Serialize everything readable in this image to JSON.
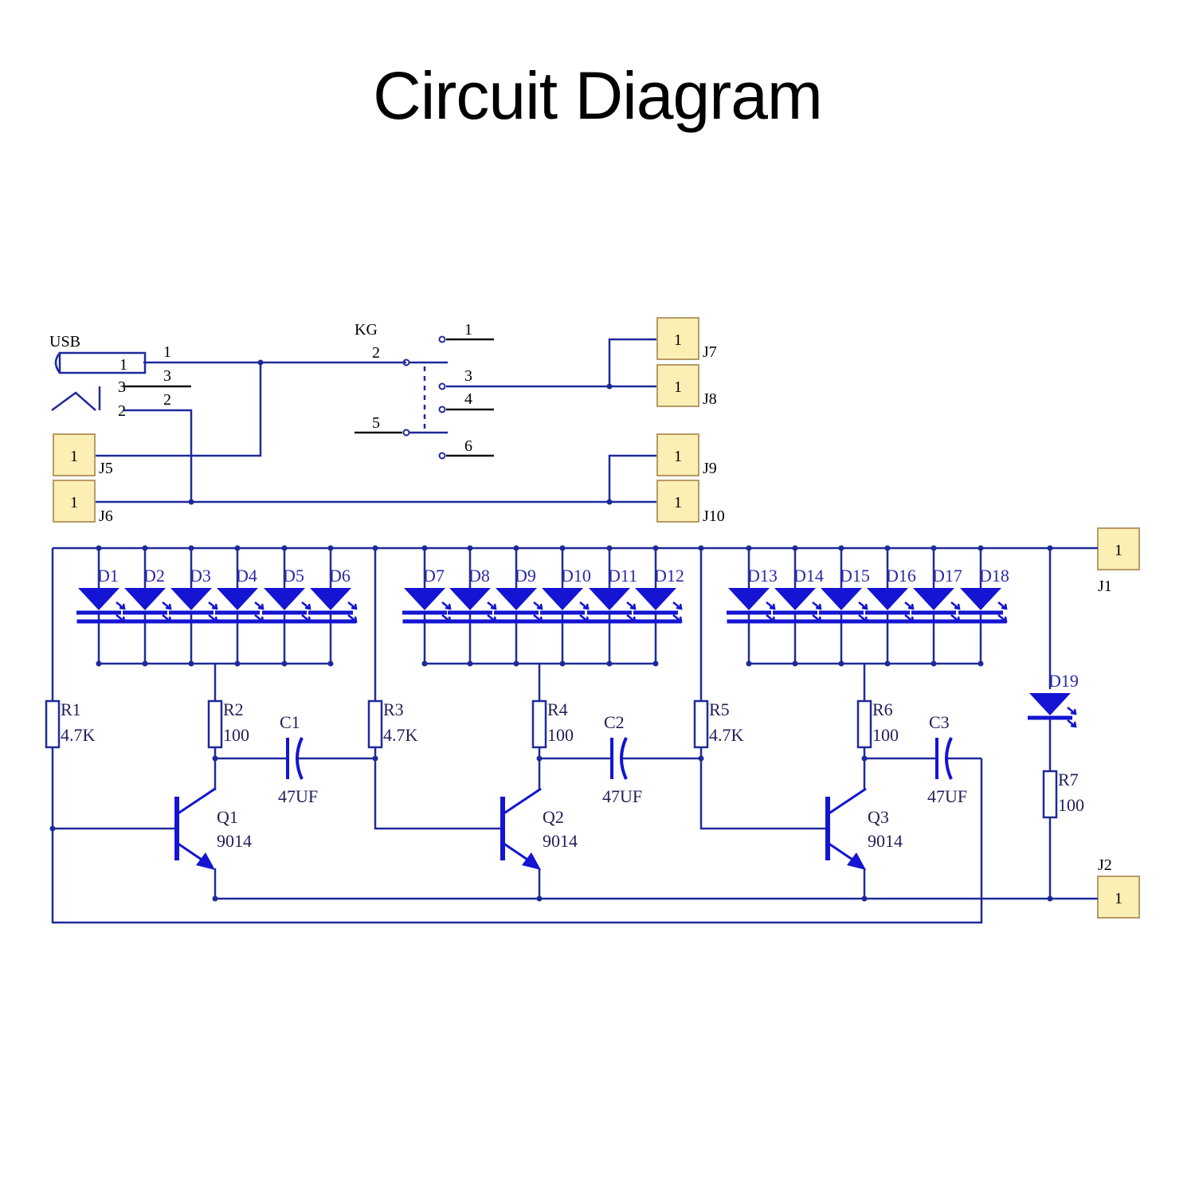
{
  "title": "Circuit Diagram",
  "colors": {
    "wire": "#1f2a9a",
    "component": "#1414d2",
    "black": "#111111",
    "connector_fill": "#fbefb4",
    "connector_stroke": "#b79a66"
  },
  "usb": {
    "label": "USB",
    "pins": [
      "1",
      "3",
      "2"
    ],
    "outer_pins": [
      "1",
      "3",
      "2"
    ]
  },
  "switch": {
    "label": "KG",
    "pins": [
      "1",
      "2",
      "3",
      "4",
      "5",
      "6"
    ]
  },
  "connectors": [
    {
      "id": "J7",
      "pin": "1"
    },
    {
      "id": "J8",
      "pin": "1"
    },
    {
      "id": "J9",
      "pin": "1"
    },
    {
      "id": "J10",
      "pin": "1"
    },
    {
      "id": "J5",
      "pin": "1"
    },
    {
      "id": "J6",
      "pin": "1"
    },
    {
      "id": "J1",
      "pin": "1"
    },
    {
      "id": "J2",
      "pin": "1"
    }
  ],
  "leds": [
    "D1",
    "D2",
    "D3",
    "D4",
    "D5",
    "D6",
    "D7",
    "D8",
    "D9",
    "D10",
    "D11",
    "D12",
    "D13",
    "D14",
    "D15",
    "D16",
    "D17",
    "D18",
    "D19"
  ],
  "resistors": [
    {
      "ref": "R1",
      "value": "4.7K"
    },
    {
      "ref": "R2",
      "value": "100"
    },
    {
      "ref": "R3",
      "value": "4.7K"
    },
    {
      "ref": "R4",
      "value": "100"
    },
    {
      "ref": "R5",
      "value": "4.7K"
    },
    {
      "ref": "R6",
      "value": "100"
    },
    {
      "ref": "R7",
      "value": "100"
    }
  ],
  "capacitors": [
    {
      "ref": "C1",
      "value": "47UF"
    },
    {
      "ref": "C2",
      "value": "47UF"
    },
    {
      "ref": "C3",
      "value": "47UF"
    }
  ],
  "transistors": [
    {
      "ref": "Q1",
      "value": "9014"
    },
    {
      "ref": "Q2",
      "value": "9014"
    },
    {
      "ref": "Q3",
      "value": "9014"
    }
  ]
}
